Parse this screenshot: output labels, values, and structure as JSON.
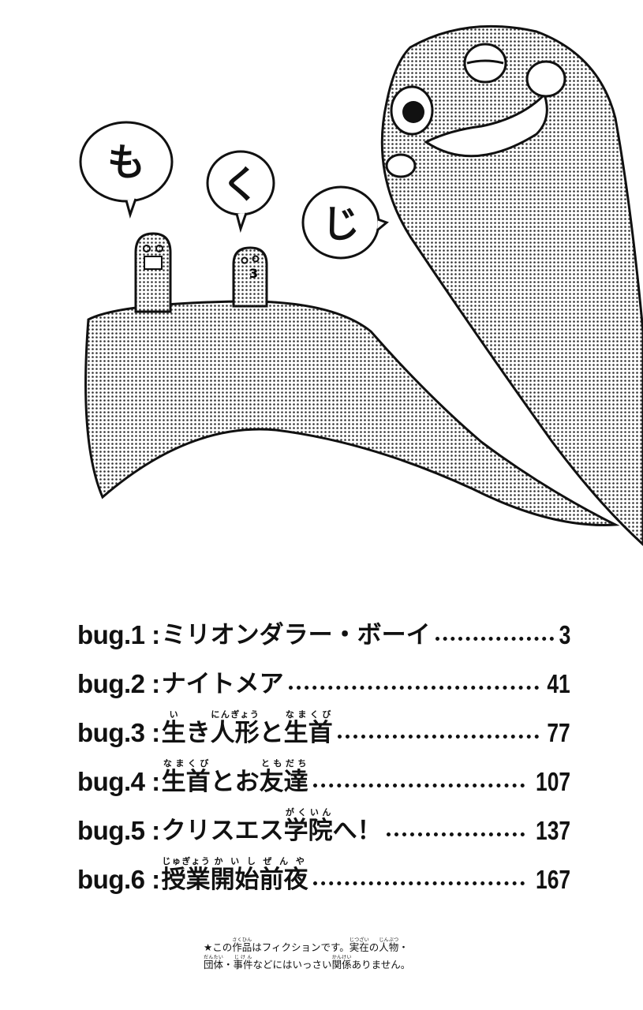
{
  "illustration": {
    "bubbles": [
      "も",
      "く",
      "じ"
    ],
    "small_worm_mouth": "3",
    "screen_tone": "#9a9a9a"
  },
  "toc": [
    {
      "label": "bug.1",
      "sep": ":",
      "title": "ミリオンダラー・ボーイ",
      "page": "3"
    },
    {
      "label": "bug.2",
      "sep": ":",
      "title": "ナイトメア",
      "page": "41"
    },
    {
      "label": "bug.3",
      "sep": ":",
      "title_parts": [
        {
          "t": "生",
          "r": "い"
        },
        {
          "t": "き"
        },
        {
          "t": "人形",
          "r": "にんぎょう"
        },
        {
          "t": "と"
        },
        {
          "t": "生首",
          "r": "なまくび"
        }
      ],
      "page": "77"
    },
    {
      "label": "bug.4",
      "sep": ":",
      "title_parts": [
        {
          "t": "生首",
          "r": "なまくび"
        },
        {
          "t": "とお"
        },
        {
          "t": "友達",
          "r": "ともだち"
        }
      ],
      "page": "107"
    },
    {
      "label": "bug.5",
      "sep": ":",
      "title_parts": [
        {
          "t": "クリスエス"
        },
        {
          "t": "学院",
          "r": "がくいん"
        },
        {
          "t": "へ！"
        }
      ],
      "page": "137"
    },
    {
      "label": "bug.6",
      "sep": ":",
      "title_parts": [
        {
          "t": "授業",
          "r": "じゅぎょう"
        },
        {
          "t": "開始",
          "r": "かいし"
        },
        {
          "t": "前夜",
          "r": "ぜんや"
        }
      ],
      "page": "167"
    }
  ],
  "notice": {
    "line1_parts": [
      {
        "t": "★この"
      },
      {
        "t": "作品",
        "r": "さくひん"
      },
      {
        "t": "はフィクションです。"
      },
      {
        "t": "実在",
        "r": "じつざい"
      },
      {
        "t": "の"
      },
      {
        "t": "人物",
        "r": "じんぶつ"
      },
      {
        "t": "・"
      }
    ],
    "line2_parts": [
      {
        "t": "団体",
        "r": "だんたい"
      },
      {
        "t": "・"
      },
      {
        "t": "事件",
        "r": "じけん"
      },
      {
        "t": "などにはいっさい"
      },
      {
        "t": "関係",
        "r": "かんけい"
      },
      {
        "t": "ありません。"
      }
    ]
  }
}
